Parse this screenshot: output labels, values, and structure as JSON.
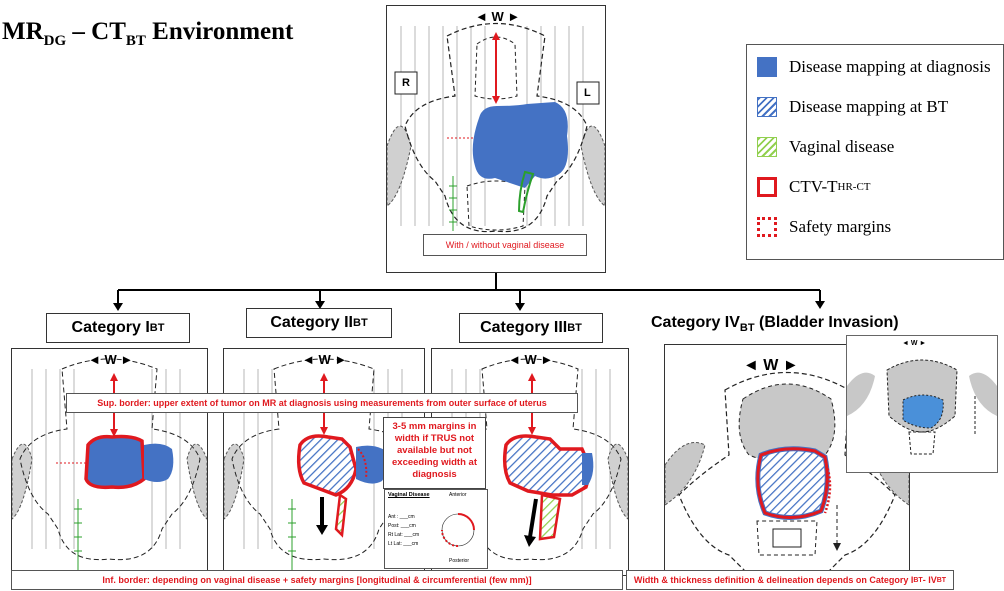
{
  "title": {
    "main": "MR",
    "main_sub": "DG",
    "dash": " – CT",
    "ct_sub": "BT",
    "rest": " Environment"
  },
  "legend": {
    "items": [
      {
        "label": "Disease mapping at diagnosis",
        "sub": "",
        "swatch": "solid-blue",
        "color": "#4472c4"
      },
      {
        "label": "Disease mapping at BT",
        "sub": "",
        "swatch": "hatched-blue",
        "color": "#4472c4"
      },
      {
        "label": "Vaginal disease",
        "sub": "",
        "swatch": "hatched-green",
        "color": "#92d050"
      },
      {
        "label": "CTV-T",
        "sub": "HR-CT",
        "swatch": "red-outline",
        "color": "#e0191f"
      },
      {
        "label": "Safety margins",
        "sub": "",
        "swatch": "red-dotted",
        "color": "#e0191f"
      }
    ]
  },
  "top_panel": {
    "w_label": "◄ W ►",
    "r_label": "R",
    "l_label": "L",
    "caption": "With / without vaginal disease"
  },
  "categories": [
    {
      "label": "Category I",
      "sub": "BT"
    },
    {
      "label": "Category II",
      "sub": "BT"
    },
    {
      "label": "Category III",
      "sub": "BT"
    },
    {
      "label": "Category IV",
      "sub": "BT",
      "suffix": " (Bladder Invasion)"
    }
  ],
  "panels": {
    "w_label": "◄ W ►",
    "w_label_big": "◄ W ►",
    "inset_w": "◄ W ►"
  },
  "annotations": {
    "sup_border": "Sup. border: upper extent of tumor on MR at diagnosis using measurements from outer surface of uterus",
    "inf_border": "Inf. border: depending on vaginal disease + safety margins [longitudinal & circumferential (few mm)]",
    "margins_note": "3-5 mm margins in width if TRUS not available but not exceeding width at diagnosis",
    "width_note": "Width & thickness definition & delineation depends on Category I",
    "width_note_sub1": "BT",
    "width_note_mid": " - IV",
    "width_note_sub2": "BT"
  },
  "vaginal_inset": {
    "title": "Vaginal Disease",
    "rows": [
      "Ant : ___cm",
      "Post: ___cm",
      "Rt Lat: ___cm",
      "Lt Lat: ___cm"
    ],
    "anterior": "Anterior",
    "posterior": "Posterior"
  },
  "colors": {
    "accent_red": "#e0191f",
    "disease_blue": "#4472c4",
    "vaginal_green": "#92d050",
    "gray": "#c8c8c8"
  }
}
